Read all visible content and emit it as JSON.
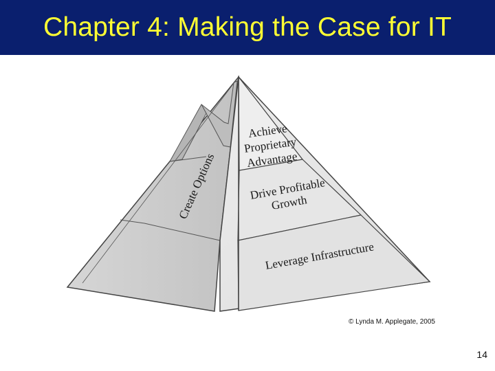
{
  "slide": {
    "title": "Chapter 4: Making the Case for IT",
    "page_number": "14",
    "copyright": "© Lynda M. Applegate, 2005"
  },
  "pyramid": {
    "side_label": "Create Options",
    "tiers": [
      {
        "line1": "Achieve",
        "line2": "Proprietary",
        "line3": "Advantage"
      },
      {
        "line1": "Drive Profitable",
        "line2": "Growth"
      },
      {
        "line1": "Leverage Infrastructure"
      }
    ]
  },
  "colors": {
    "title_bar": "#0a1f6e",
    "title_text": "#ffff33"
  }
}
